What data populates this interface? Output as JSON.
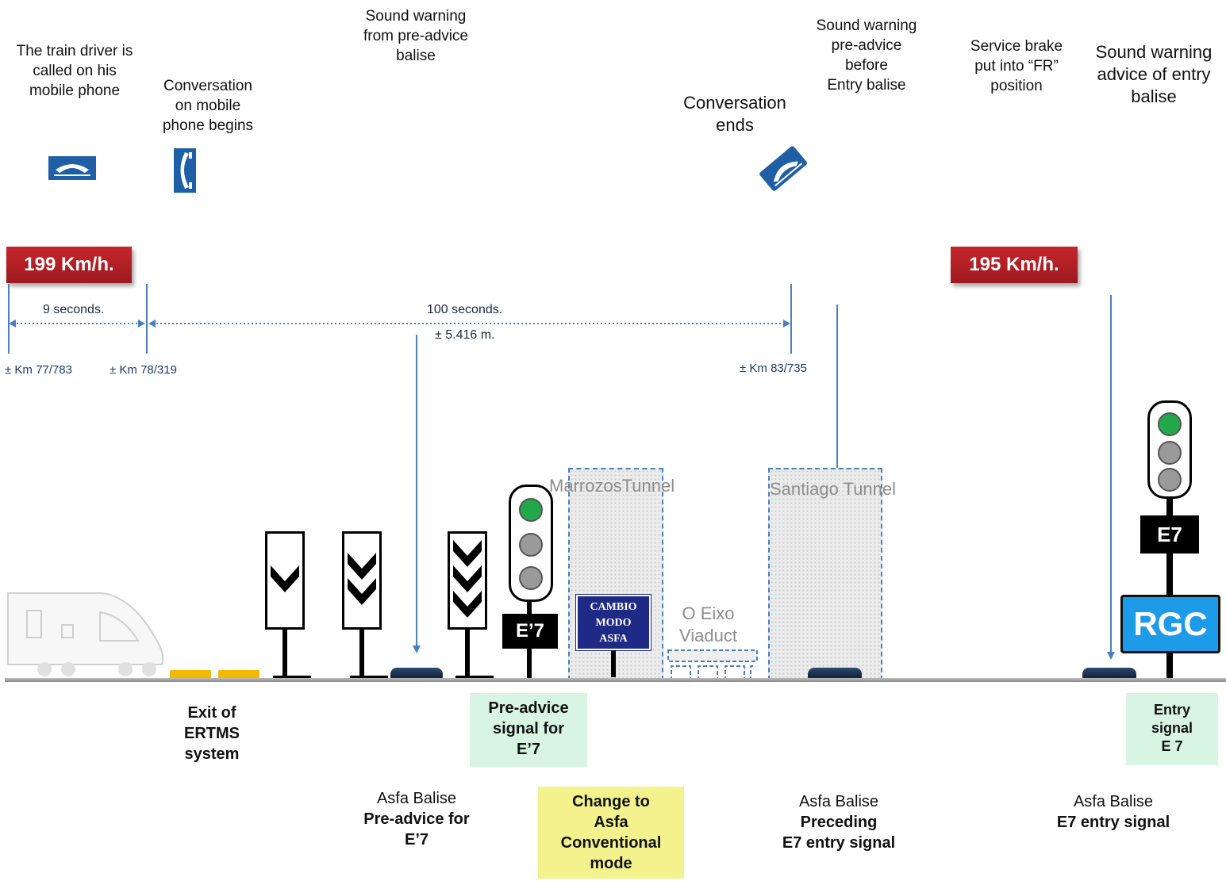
{
  "events": {
    "driver_called": "The train driver is\ncalled on his\nmobile phone",
    "conversation_begins": "Conversation\non mobile\nphone begins",
    "sound_warning_preadvice": "Sound warning\nfrom pre-advice\nbalise",
    "conversation_ends": "Conversation\nends",
    "sound_warning_before_entry": "Sound warning\npre-advice\nbefore\nEntry balise",
    "service_brake": "Service brake\nput into “FR”\nposition",
    "sound_warning_entry": "Sound warning\nadvice of entry\nbalise"
  },
  "speeds": {
    "start": "199 Km/h.",
    "end": "195 Km/h."
  },
  "timeline": {
    "interval_1": "9 seconds.",
    "interval_2": "100 seconds.",
    "distance": "± 5.416 m.",
    "km_1": "± Km 77/783",
    "km_2": "± Km 78/319",
    "km_3": "± Km 83/735"
  },
  "places": {
    "tunnel_1": "MarrozosTunnel",
    "tunnel_2": "Santiago Tunnel",
    "viaduct": "O Eixo\nViaduct"
  },
  "signs": {
    "preadvice_plate": "E’7",
    "entry_plate": "E7",
    "cambio_line1": "CAMBIO",
    "cambio_line2": "MODO",
    "cambio_line3": "ASFA",
    "rgc": "RGC"
  },
  "labels": {
    "exit_ertms": "Exit of\nERTMS\nsystem",
    "preadvice_signal": "Pre-advice\nsignal for\nE’7",
    "entry_signal": "Entry\nsignal\nE 7",
    "change_mode": "Change to\nAsfa\nConventional\nmode",
    "balise_preadvice_title": "Asfa Balise",
    "balise_preadvice_body": "Pre-advice for\nE’7",
    "balise_preceding_title": "Asfa Balise",
    "balise_preceding_body": "Preceding\nE7 entry signal",
    "balise_entry_title": "Asfa Balise",
    "balise_entry_body": "E7 entry signal"
  },
  "colors": {
    "speed_red": "#c6262b",
    "line_blue": "#4a7fc0",
    "phone_blue": "#1f5fa6",
    "green_box": "#d8f5e4",
    "yellow_box": "#f4f28c",
    "rgc_blue": "#1e9be8",
    "cambio_navy": "#1f2a86",
    "signal_green": "#22a84a"
  },
  "icons": [
    "phone-hung-up-icon",
    "phone-talking-icon",
    "phone-ended-icon",
    "train-icon"
  ]
}
